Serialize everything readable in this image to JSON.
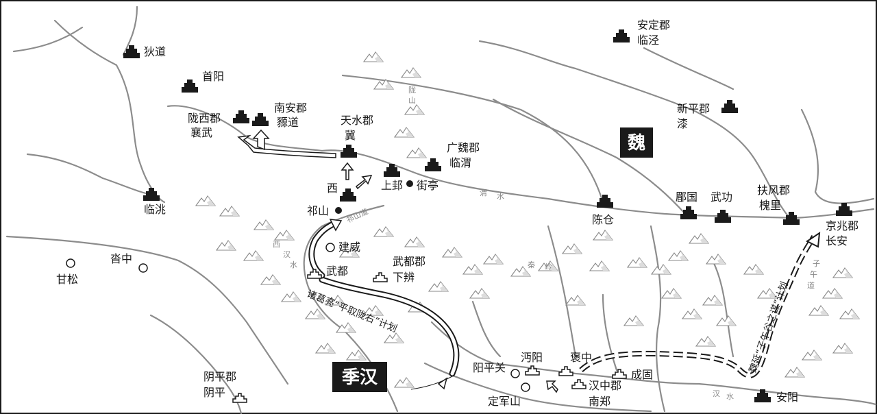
{
  "places": {
    "didao": "狄道",
    "shouyang": "首阳",
    "longxi_1": "陇西郡",
    "longxi_2": "襄武",
    "nanan_1": "南安郡",
    "nanan_2": "豲道",
    "tianshui_1": "天水郡",
    "tianshui_2": "冀",
    "guangwei_1": "广魏郡",
    "guangwei_2": "临渭",
    "shanggui": "上邽",
    "jieting": "街亭",
    "xi": "西",
    "qishan": "祁山",
    "lintao": "临洮",
    "chencang": "陈仓",
    "meiguo": "郿国",
    "wugong": "武功",
    "fufeng_1": "扶风郡",
    "fufeng_2": "槐里",
    "jingzhao_1": "京兆郡",
    "jingzhao_2": "长安",
    "anding_1": "安定郡",
    "anding_2": "临泾",
    "xinping_1": "新平郡",
    "xinping_2": "漆",
    "jianwei": "建威",
    "wudu": "武都",
    "wudujun_1": "武都郡",
    "wudujun_2": "下辨",
    "tazhong": "沓中",
    "gansong": "甘松",
    "yangping_1": "阴平郡",
    "yangping_2": "阴平",
    "yangpingguan": "阳平关",
    "mianyang": "沔阳",
    "baozhong": "褒中",
    "hanzhong_1": "汉中郡",
    "hanzhong_2": "南郑",
    "chenggu": "成固",
    "dingjunshan": "定军山",
    "anyang": "安阳"
  },
  "rivers": {
    "longshan": [
      "陇",
      "山"
    ],
    "weishui": [
      "渭",
      "水"
    ],
    "qishandao": "祁山道",
    "xihanshui": [
      "西",
      "汉",
      "水"
    ],
    "qinling": [
      "秦",
      "岭"
    ],
    "ziwudao": [
      "子",
      "午",
      "道"
    ],
    "hanshui": [
      "汉",
      "水"
    ]
  },
  "states": {
    "wei": "魏",
    "jihan": "季汉"
  },
  "plans": {
    "zhuge": "诸葛亮“平取陇右”计划",
    "weiyan": "魏延“子午谷之谋”计划"
  },
  "colors": {
    "city_fill": "#1a1a1a",
    "county_outline": "#1a1a1a",
    "river": "#8c8c8c",
    "mountain": "#888888",
    "label_box": "#1a1a1a"
  }
}
